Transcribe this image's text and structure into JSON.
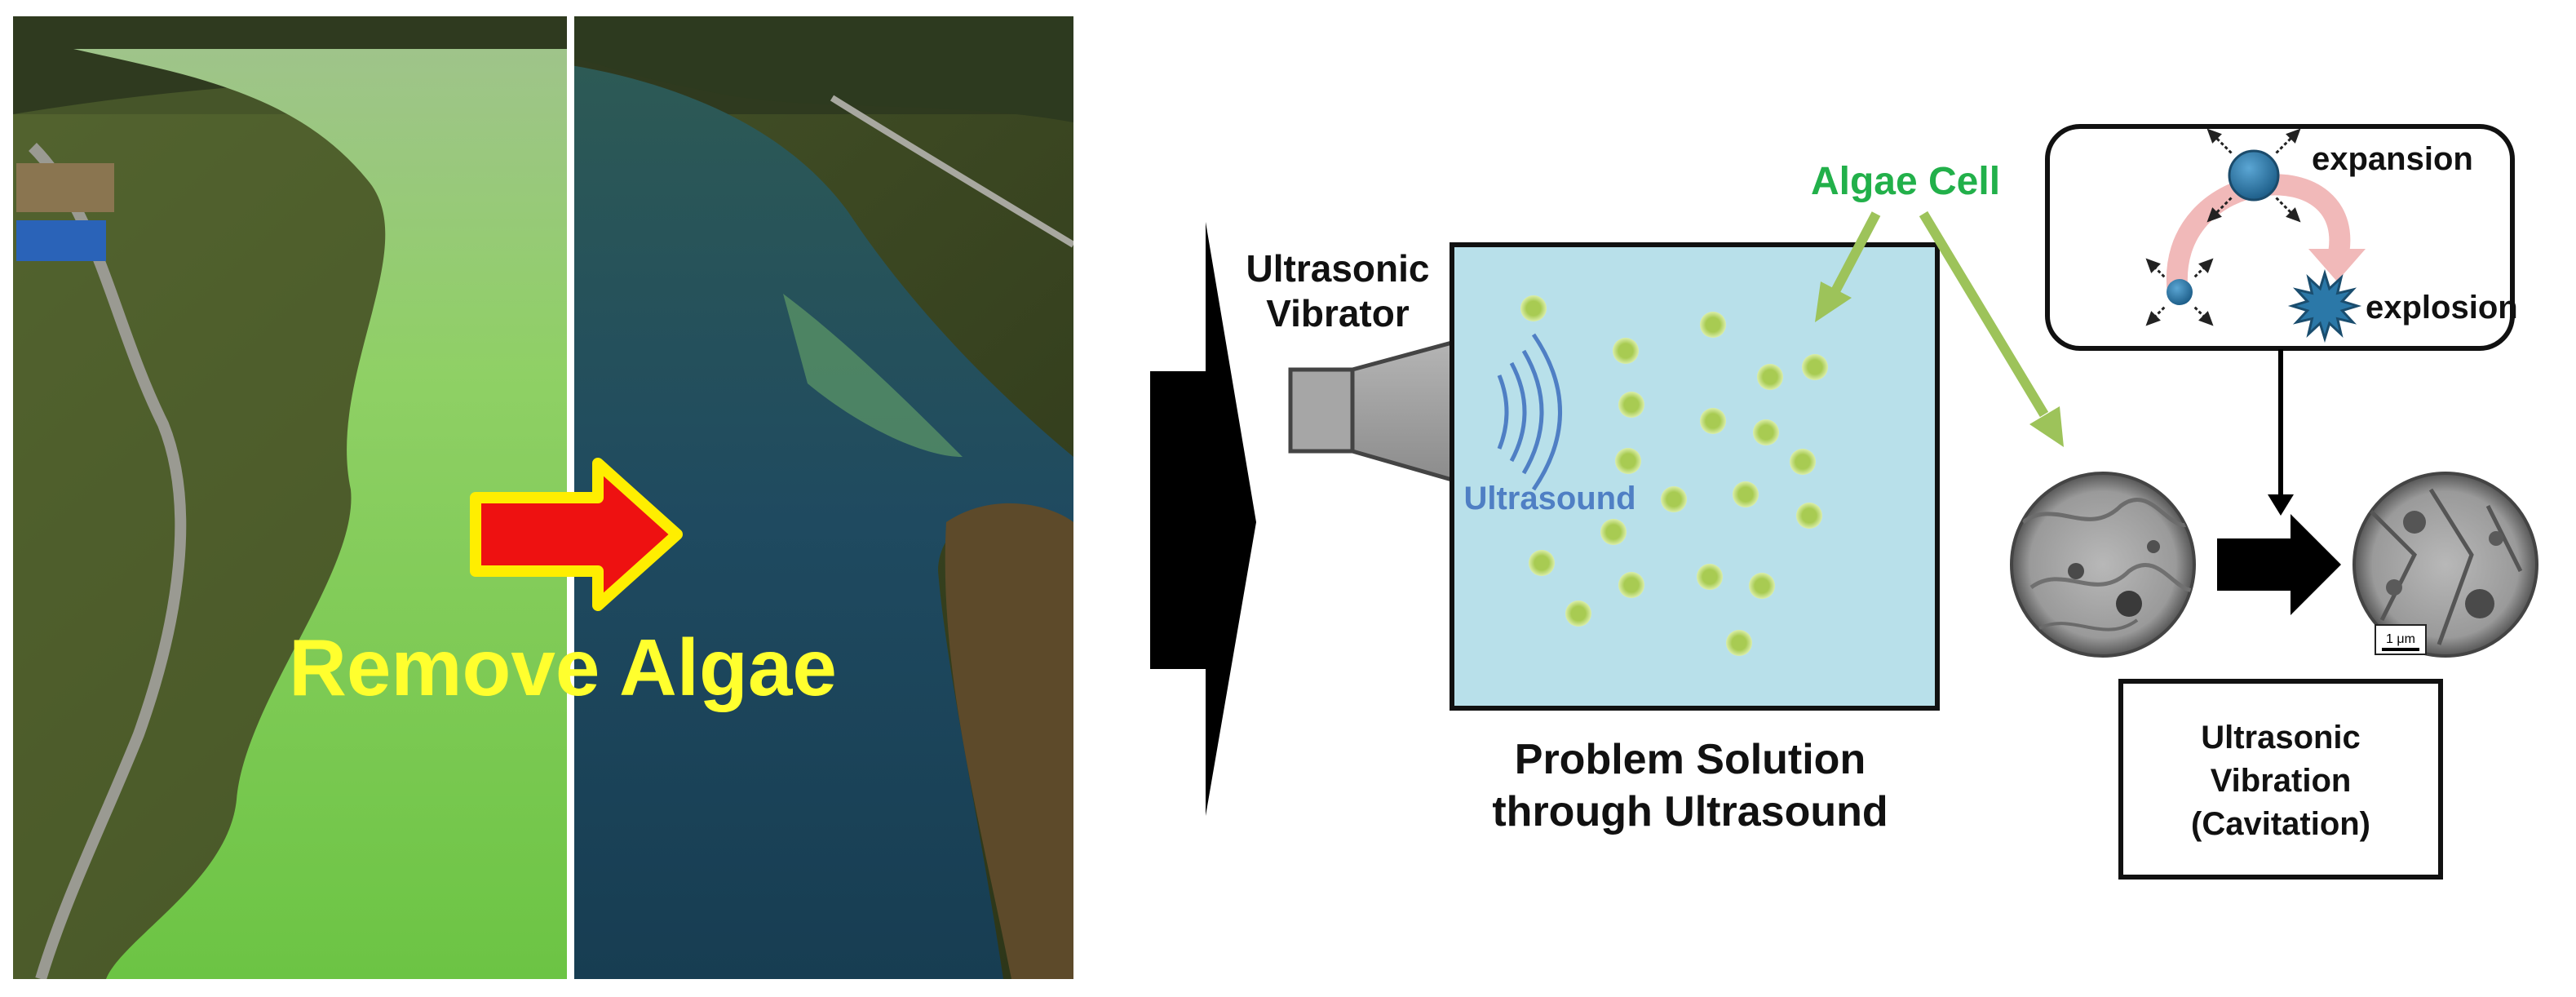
{
  "photo": {
    "overlay_label": "Remove Algae",
    "colors": {
      "algae_water": "#8bd15a",
      "clean_water": "#1f4a60",
      "label": "#ffff2e",
      "arrow_fill": "#ee1111",
      "arrow_outline": "#ffee00"
    }
  },
  "diagram": {
    "vibrator_label_line1": "Ultrasonic",
    "vibrator_label_line2": "Vibrator",
    "ultrasound_label": "Ultrasound",
    "algae_cell_label": "Algae Cell",
    "caption_line1": "Problem Solution",
    "caption_line2": "through Ultrasound",
    "colors": {
      "tank_water": "#b8e0ea",
      "algae_cell": "#b5d36a",
      "algae_arrow": "#9dc35a",
      "algae_label": "#22b04a",
      "ultrasound": "#4f7fc4"
    }
  },
  "cavitation": {
    "expansion_label": "expansion",
    "explosion_label": "explosion",
    "microscope_scale_label": "1 μm",
    "box_line1": "Ultrasonic",
    "box_line2": "Vibration",
    "box_line3": "(Cavitation)",
    "colors": {
      "bubble": "#2b78a8",
      "curve_arrow": "#f1b9b9"
    }
  }
}
